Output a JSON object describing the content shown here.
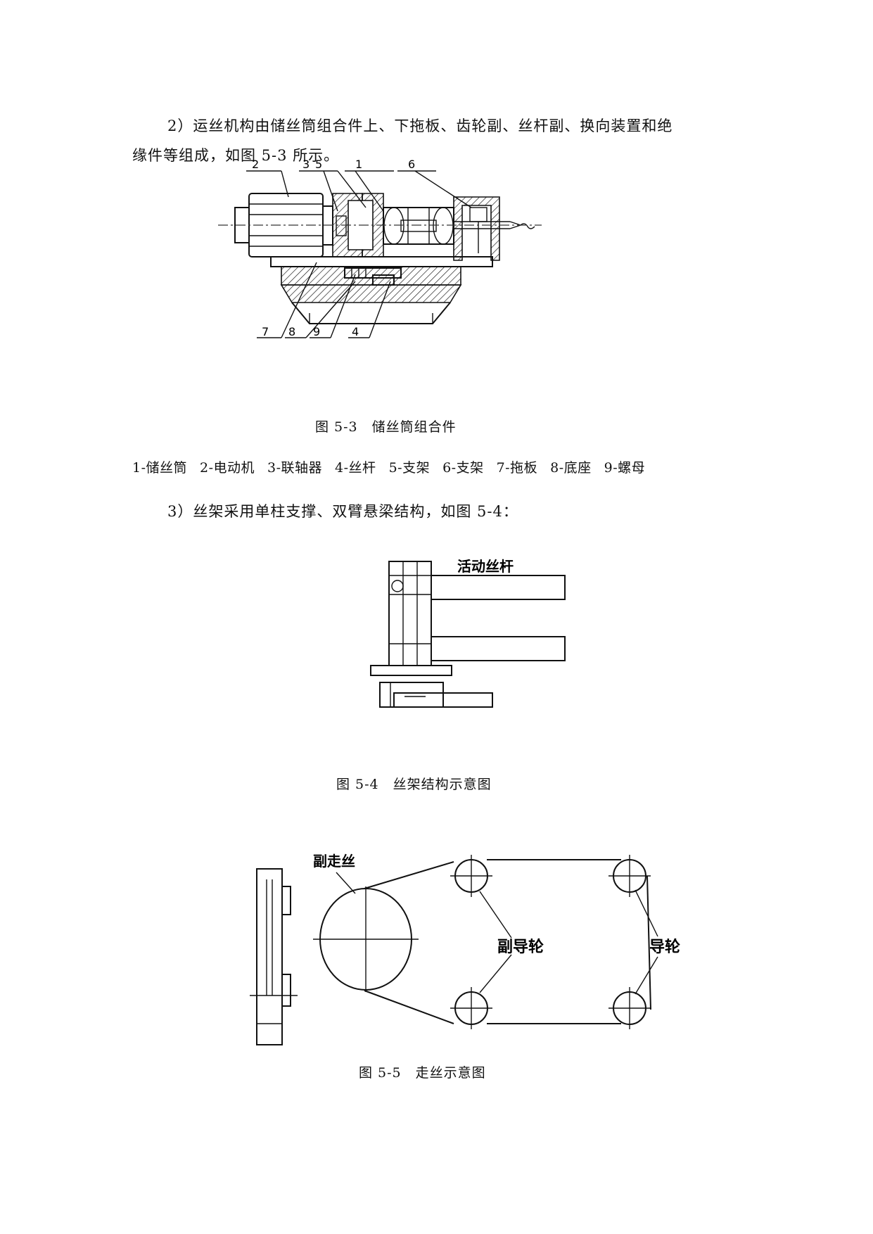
{
  "paragraphs": {
    "p2_line1": "2）运丝机构由储丝筒组合件上、下拖板、齿轮副、丝杆副、换向装置和绝",
    "p2_line2": "缘件等组成，如图 5-3 所示。",
    "p3": "3）丝架采用单柱支撑、双臂悬梁结构，如图 5-4："
  },
  "figure_5_3": {
    "caption": "图 5-3　储丝筒组合件",
    "part_numbers": {
      "n1": "1",
      "n2": "2",
      "n3": "3",
      "n4": "4",
      "n5": "5",
      "n6": "6",
      "n7": "7",
      "n8": "8",
      "n9": "9"
    },
    "legend": [
      "1-储丝筒",
      "2-电动机",
      "3-联轴器",
      "4-丝杆",
      "5-支架",
      "6-支架",
      "7-拖板",
      "8-底座",
      "9-螺母"
    ]
  },
  "figure_5_4": {
    "caption": "图 5-4　丝架结构示意图",
    "label_movable_rod": "活动丝杆"
  },
  "figure_5_5": {
    "caption": "图 5-5　走丝示意图",
    "label_aux_wire": "副走丝",
    "label_aux_guide_wheel": "副导轮",
    "label_guide_wheel": "导轮"
  }
}
